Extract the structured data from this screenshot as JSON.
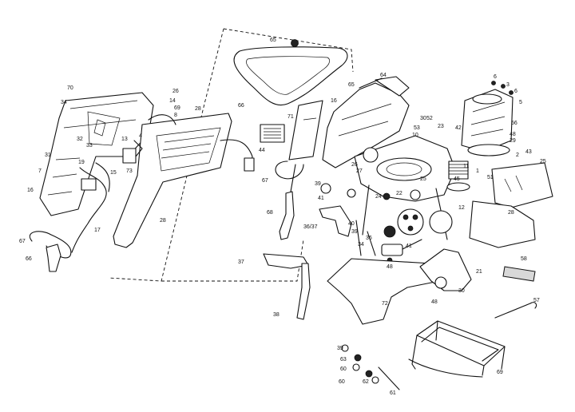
{
  "diagram": {
    "part_labels": [
      "70",
      "34",
      "26",
      "14",
      "69",
      "8",
      "28",
      "32",
      "33",
      "31",
      "7",
      "16",
      "19",
      "15",
      "13",
      "4",
      "73",
      "17",
      "28",
      "67",
      "66",
      "65",
      "66",
      "16",
      "71",
      "44",
      "67",
      "39",
      "41",
      "68",
      "36/37",
      "37",
      "38",
      "64",
      "65",
      "30",
      "53",
      "10",
      "52",
      "26",
      "27",
      "24",
      "22",
      "23",
      "25",
      "40",
      "39",
      "36",
      "34",
      "48",
      "41",
      "11",
      "12",
      "6",
      "3",
      "6",
      "42",
      "56",
      "5",
      "45",
      "48",
      "29",
      "2",
      "51",
      "1",
      "43",
      "25",
      "28",
      "58",
      "21",
      "30",
      "72",
      "48",
      "57",
      "39",
      "63",
      "60",
      "60",
      "62",
      "61",
      "69"
    ]
  }
}
